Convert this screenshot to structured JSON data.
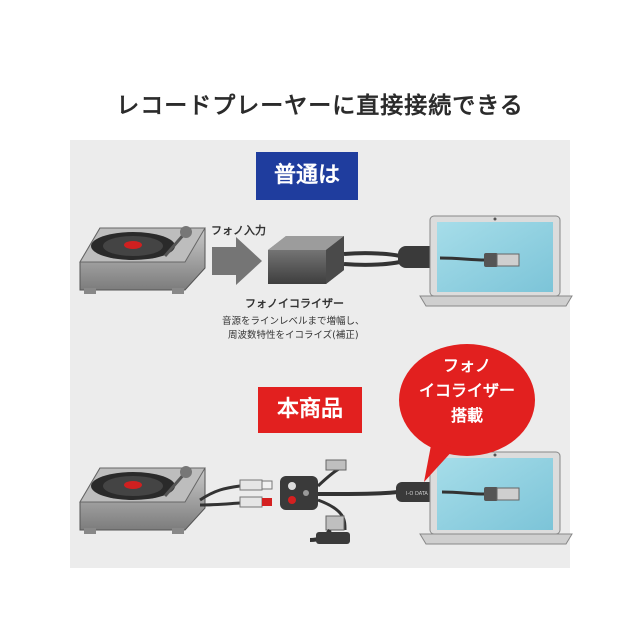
{
  "title": "レコードプレーヤーに直接接続できる",
  "normal": {
    "badge": "普通は",
    "phono_input": "フォノ入力",
    "equalizer_label": "フォノイコライザー",
    "description_line1": "音源をラインレベルまで増幅し、",
    "description_line2": "周波数特性をイコライズ(補正)"
  },
  "product": {
    "badge": "本商品",
    "bubble_line1": "フォノ",
    "bubble_line2": "イコライザー",
    "bubble_line3": "搭載"
  },
  "colors": {
    "blue_badge": "#1f3d9e",
    "red_badge": "#e2201f",
    "panel": "#ececec",
    "screen": "#8ed1e2"
  }
}
